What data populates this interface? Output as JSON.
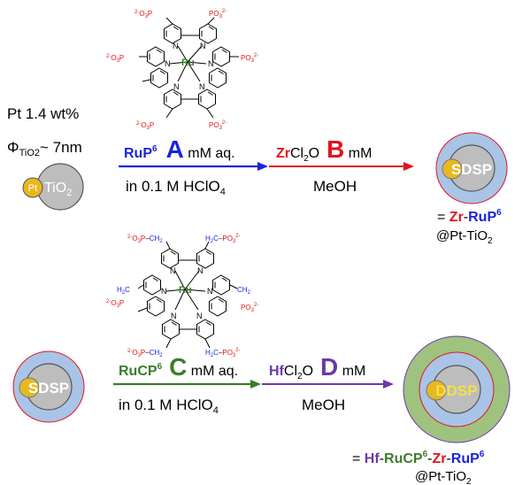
{
  "conditions": {
    "pt_loading": "Pt  1.4 wt%",
    "phi_symbol": "Φ",
    "phi_sub": "TiO2",
    "phi_value": "~ 7nm"
  },
  "particle": {
    "pt_label": "Pt",
    "tio2_label": "TiO",
    "tio2_sub": "2"
  },
  "step1": {
    "dye": "RuP",
    "dye_sup": "6",
    "letter": "A",
    "unit": " mM aq.",
    "medium_pre": "in 0.1 M HClO",
    "medium_sub": "4"
  },
  "step2": {
    "metal": "Zr",
    "rest": "Cl",
    "sub": "2",
    "tail": "O",
    "letter": "B",
    "unit": " mM",
    "solvent": "MeOH"
  },
  "sdsp": {
    "label": "SDSP",
    "formula_eq": "= ",
    "formula_zr": "Zr",
    "formula_dash": "-",
    "formula_rup": "RuP",
    "formula_sup": "6",
    "support": "@Pt-TiO",
    "support_sub": "2"
  },
  "step3": {
    "dye": "RuCP",
    "dye_sup": "6",
    "letter": "C",
    "unit": " mM aq.",
    "medium_pre": "in 0.1 M HClO",
    "medium_sub": "4"
  },
  "step4": {
    "metal": "Hf",
    "rest": "Cl",
    "sub": "2",
    "tail": "O",
    "letter": "D",
    "unit": " mM",
    "solvent": "MeOH"
  },
  "ddsp": {
    "label": "DDSP",
    "formula_eq": "= ",
    "formula_hf": "Hf",
    "formula_d1": "-",
    "formula_rucp": "RuCP",
    "formula_sup1": "6",
    "formula_d2": "-",
    "formula_zr": "Zr",
    "formula_d3": "-",
    "formula_rup": "RuP",
    "formula_sup2": "6",
    "support": "@Pt-TiO",
    "support_sub": "2"
  },
  "structures": {
    "ru": "Ru",
    "n": "N",
    "po3": "PO",
    "po3_sub": "3",
    "po3_sup": "2-",
    "o3p_sup": "2-",
    "o3p": "O",
    "o3p_sub": "3",
    "o3p_p": "P",
    "ch2": "CH",
    "ch2_sub": "2",
    "h2c": "H",
    "h2c_sub": "2",
    "h2c_c": "C"
  },
  "colors": {
    "blue": "#1a23e0",
    "red": "#e0141e",
    "green": "#3a7d2c",
    "purple": "#6b3aa8",
    "ring_blue": "#a9c4e6",
    "ring_green": "#9fc27f",
    "core_gray": "#bdbdbd",
    "pt_gold": "#e8b820"
  }
}
